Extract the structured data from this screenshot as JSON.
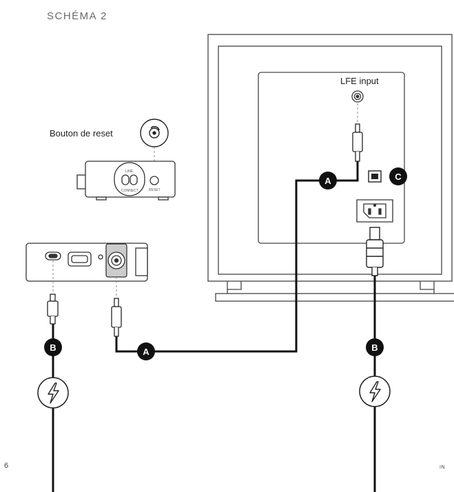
{
  "title": "SCHÉMA 2",
  "reset_label": "Bouton de reset",
  "device_small_labels": {
    "line": "LINE",
    "connect": "CONNECT",
    "reset": "RESET"
  },
  "lfe_label": "LFE input",
  "badges": {
    "a": "A",
    "b": "B",
    "c": "C"
  },
  "page_number": "6",
  "region_code": "IN",
  "icons": [
    "reset-icon",
    "power-bolt-icon",
    "power-bolt-icon"
  ],
  "colors": {
    "line": "#111111",
    "outline": "#333333",
    "badge_bg": "#111111"
  }
}
